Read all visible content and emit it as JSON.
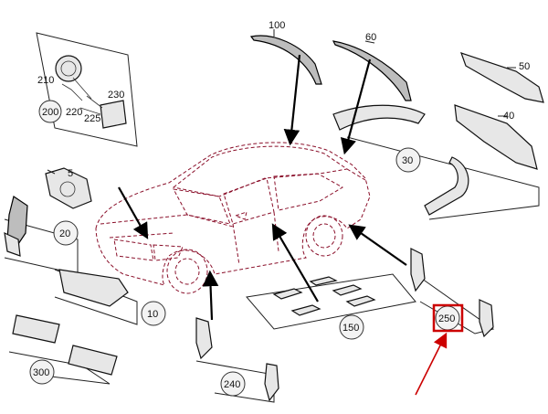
{
  "labels": {
    "l100": "100",
    "l60": "60",
    "l50": "50",
    "l40": "40",
    "l30": "30",
    "l210": "210",
    "l230": "230",
    "l200": "200",
    "l220": "220",
    "l225": "225",
    "l5": "5",
    "l20": "20",
    "l10": "10",
    "l150": "150",
    "l250": "250",
    "l300": "300",
    "l240": "240"
  },
  "colors": {
    "highlight": "#cc0000",
    "car_outline": "#8a0f2a",
    "line": "#222222"
  },
  "highlight": {
    "part": "250"
  }
}
